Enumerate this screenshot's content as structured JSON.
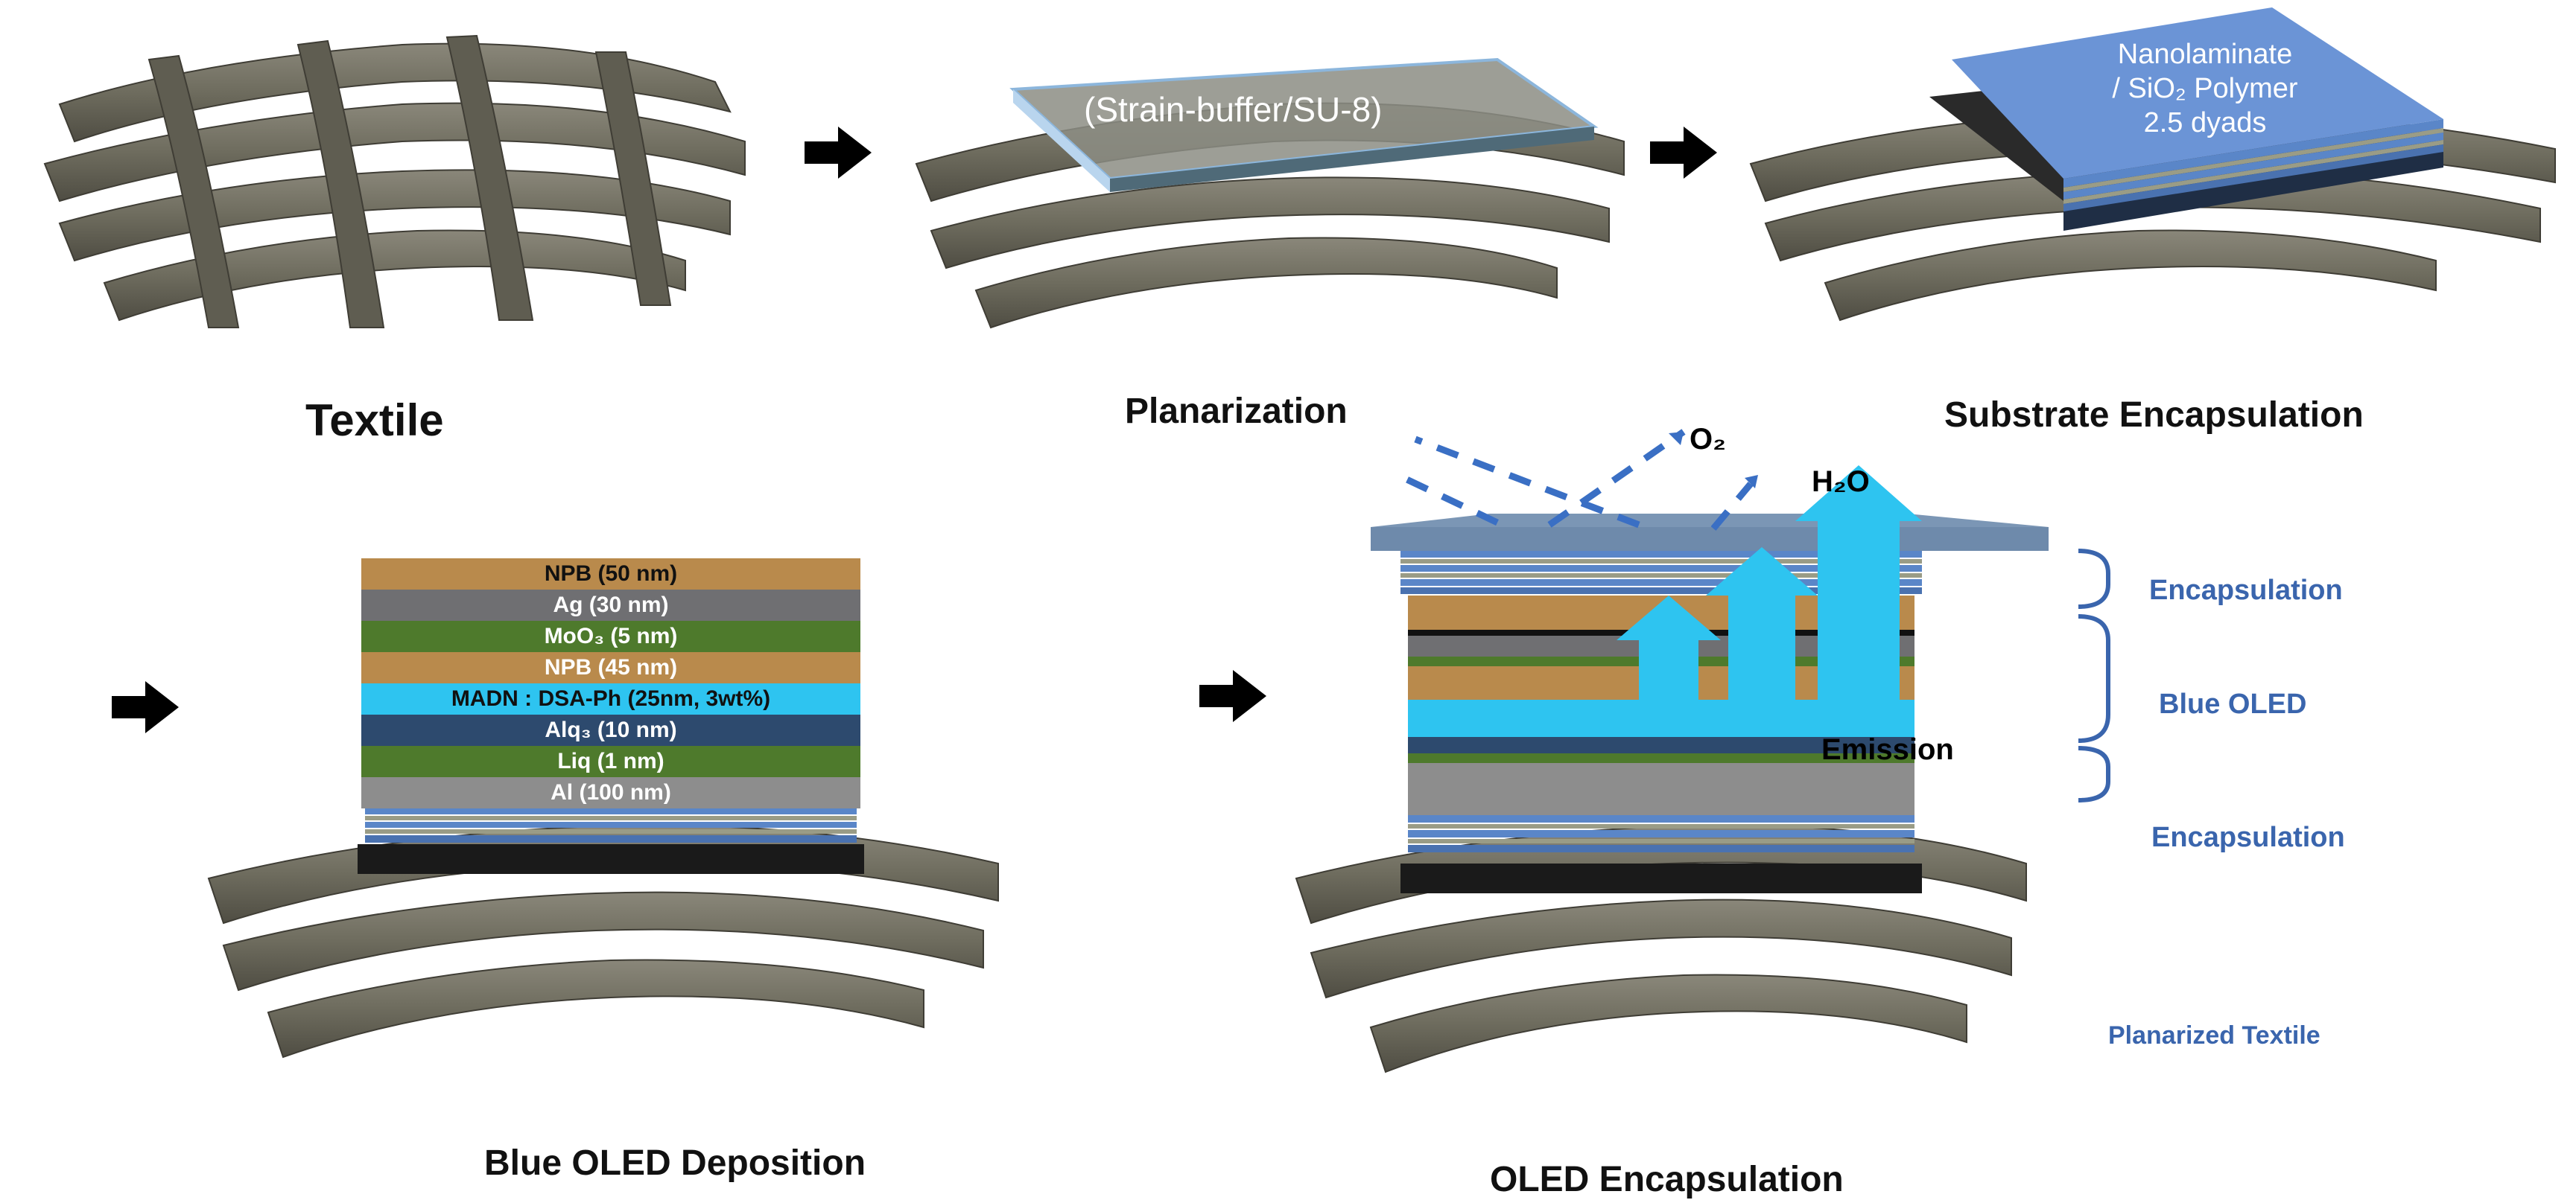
{
  "steps": [
    {
      "label": "Textile"
    },
    {
      "label": "Planarization",
      "annotation": "(Strain-buffer/SU-8)"
    },
    {
      "label": "Substrate Encapsulation",
      "annotation_lines": [
        "Nanolaminate",
        "/ SiO₂ Polymer",
        "2.5 dyads"
      ]
    },
    {
      "label": "Blue OLED Deposition"
    },
    {
      "label": "OLED Encapsulation"
    }
  ],
  "oled_layers": [
    {
      "label": "NPB (50 nm)",
      "color": "#b98a4c",
      "text_color": "#111111"
    },
    {
      "label": "Ag (30 nm)",
      "color": "#6f6f72",
      "text_color": "#ffffff"
    },
    {
      "label": "MoO₃ (5 nm)",
      "color": "#4e7a2c",
      "text_color": "#ffffff"
    },
    {
      "label": "NPB (45 nm)",
      "color": "#b98a4c",
      "text_color": "#ffffff"
    },
    {
      "label": "MADN : DSA-Ph (25nm, 3wt%)",
      "color": "#2ec4f0",
      "text_color": "#111111"
    },
    {
      "label": "Alq₃ (10 nm)",
      "color": "#2d4a6e",
      "text_color": "#ffffff"
    },
    {
      "label": "Liq (1 nm)",
      "color": "#4e7a2c",
      "text_color": "#ffffff"
    },
    {
      "label": "Al (100 nm)",
      "color": "#8d8d8d",
      "text_color": "#ffffff"
    }
  ],
  "encapsulation_view": {
    "gases": [
      "O₂",
      "H₂O"
    ],
    "emission_label": "Emission",
    "brackets": [
      {
        "label": "Encapsulation"
      },
      {
        "label": "Blue OLED"
      },
      {
        "label": "Encapsulation"
      }
    ],
    "base_label": "Planarized Textile"
  },
  "colors": {
    "textile": "#6e6c5e",
    "emission": "#2ec4f0",
    "bracket": "#3a65ad",
    "encap_blue": "#5a86c8",
    "arrow": "#000000"
  }
}
